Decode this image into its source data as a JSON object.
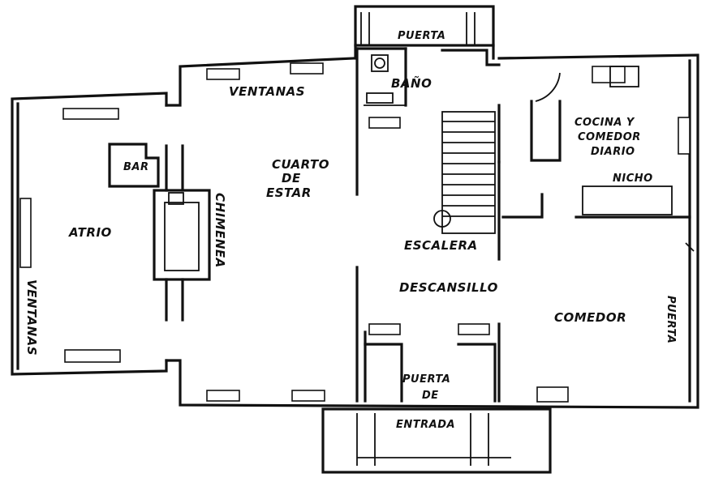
{
  "rooms": {
    "puerta_top": "PUERTA",
    "bano": "BAÑO",
    "ventanas_top": "VENTANAS",
    "cocina_line1": "COCINA Y",
    "cocina_line2": "COMEDOR",
    "cocina_line3": "DIARIO",
    "cuarto_line1": "CUARTO",
    "cuarto_line2": "DE",
    "cuarto_line3": "ESTAR",
    "bar": "BAR",
    "chimenea": "CHIMENEA",
    "nicho": "NICHO",
    "atrio": "ATRIO",
    "escalera": "ESCALERA",
    "descansillo": "DESCANSILLO",
    "ventanas_left": "VENTANAS",
    "comedor": "COMEDOR",
    "puerta_right": "PUERTA",
    "entrada_line1": "PUERTA",
    "entrada_line2": "DE",
    "entrada_line3": "ENTRADA"
  }
}
